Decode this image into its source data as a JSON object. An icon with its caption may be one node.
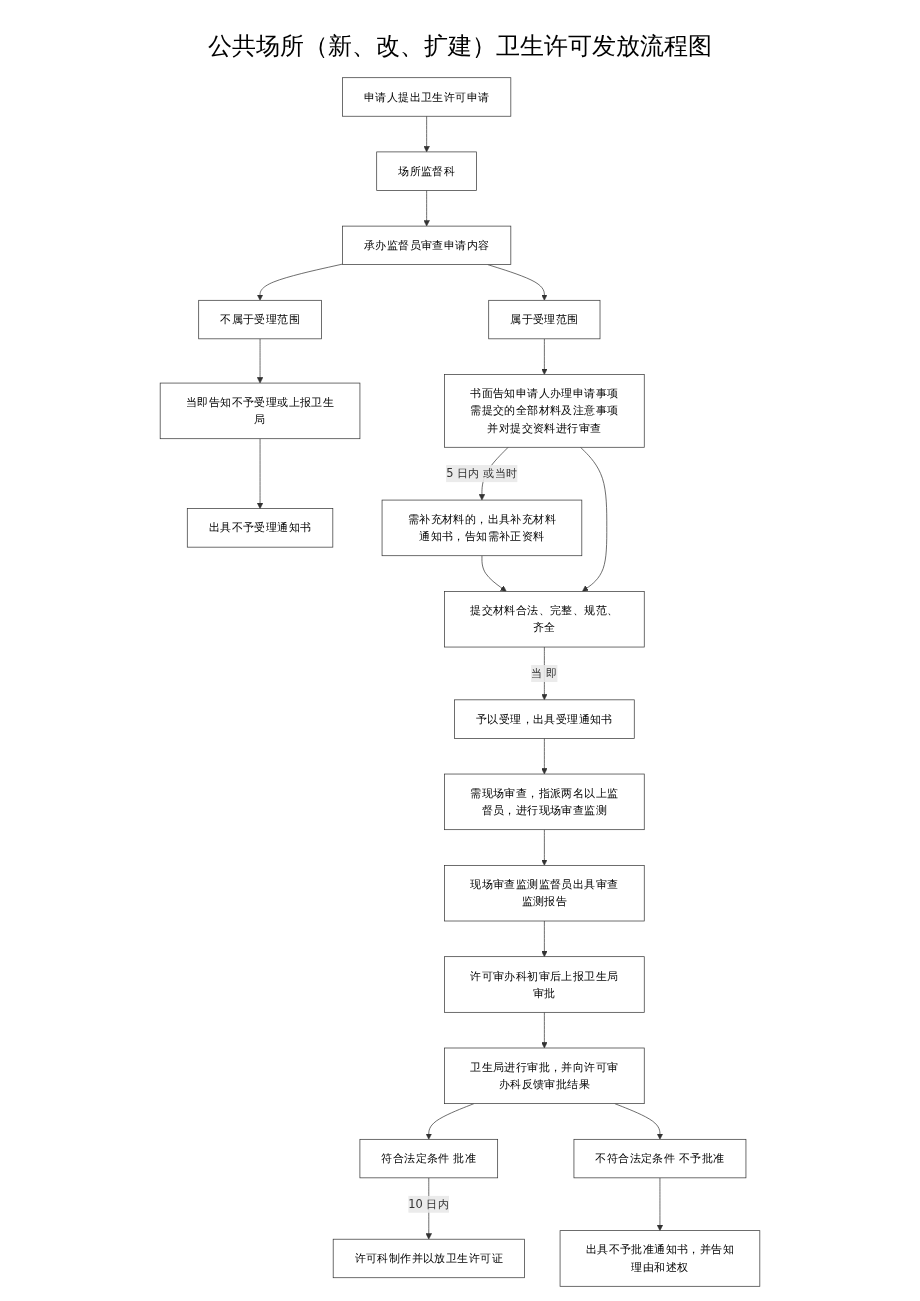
{
  "diagram": {
    "title": "公共场所（新、改、扩建）卫生许可发放流程图",
    "nodes": [
      {
        "text": [
          "申请人提出卫生许可申请"
        ]
      },
      {
        "text": [
          "场所监督科"
        ]
      },
      {
        "text": [
          "承办监督员审查申请内容"
        ]
      },
      {
        "text": [
          "不属于受理范围"
        ]
      },
      {
        "text": [
          "当即告知不予受理或上报卫生局"
        ]
      },
      {
        "text": [
          "出具不予受理通知书"
        ]
      },
      {
        "text": [
          "属于受理范围"
        ]
      },
      {
        "text": [
          "书面告知申请人办理申请事项需提交的全部材料及注意事项并对提交资料进行审查"
        ]
      },
      {
        "text": [
          "需补充材料的，出具补充材料通知书，告知需补正资料"
        ]
      },
      {
        "text": [
          "提交材料合法、完整、规范、齐全"
        ]
      },
      {
        "text": [
          "予以受理，出具受理通知书"
        ]
      },
      {
        "text": [
          "需现场审查，指派两名以上监督员，进行现场审查监测"
        ]
      },
      {
        "text": [
          "现场审查监测监督员出具审查监测报告"
        ]
      },
      {
        "text": [
          "许可审办科初审后上报卫生局审批"
        ]
      },
      {
        "text": [
          "卫生局进行审批，并向许可审办科反馈审批结果"
        ]
      },
      {
        "text": [
          "符合法定条件 批准"
        ]
      },
      {
        "text": [
          "不符合法定条件 不予批准"
        ]
      },
      {
        "text": [
          "许可科制作并以放卫生许可证"
        ]
      },
      {
        "text": [
          "出具不予批准通知书，并告知理由和述权"
        ]
      }
    ],
    "edges": [
      {
        "from": 0,
        "to": 1,
        "arrow": "to"
      },
      {
        "from": 1,
        "to": 2,
        "arrow": "to"
      },
      {
        "from": 2,
        "to": 3,
        "arrow": "to"
      },
      {
        "from": 3,
        "to": 4,
        "arrow": "to"
      },
      {
        "from": 4,
        "to": 5,
        "arrow": "to"
      },
      {
        "from": 2,
        "to": 6,
        "arrow": "to"
      },
      {
        "from": 6,
        "to": 7,
        "arrow": "to"
      },
      {
        "from": 7,
        "to": 8,
        "arrow": "to",
        "label": "5 日内 或当时"
      },
      {
        "from": 8,
        "to": 9,
        "arrow": "to"
      },
      {
        "from": 7,
        "to": 9,
        "arrow": "to"
      },
      {
        "from": 9,
        "to": 10,
        "arrow": "to",
        "label": "当 即"
      },
      {
        "from": 10,
        "to": 11,
        "arrow": "to"
      },
      {
        "from": 11,
        "to": 12,
        "arrow": "to"
      },
      {
        "from": 12,
        "to": 13,
        "arrow": "to"
      },
      {
        "from": 13,
        "to": 14,
        "arrow": "to"
      },
      {
        "from": 14,
        "to": 15,
        "arrow": "to"
      },
      {
        "from": 14,
        "to": 16,
        "arrow": "to"
      },
      {
        "from": 15,
        "to": 17,
        "arrow": "to",
        "label": "10 日内"
      },
      {
        "from": 16,
        "to": 18,
        "arrow": "to"
      }
    ]
  }
}
